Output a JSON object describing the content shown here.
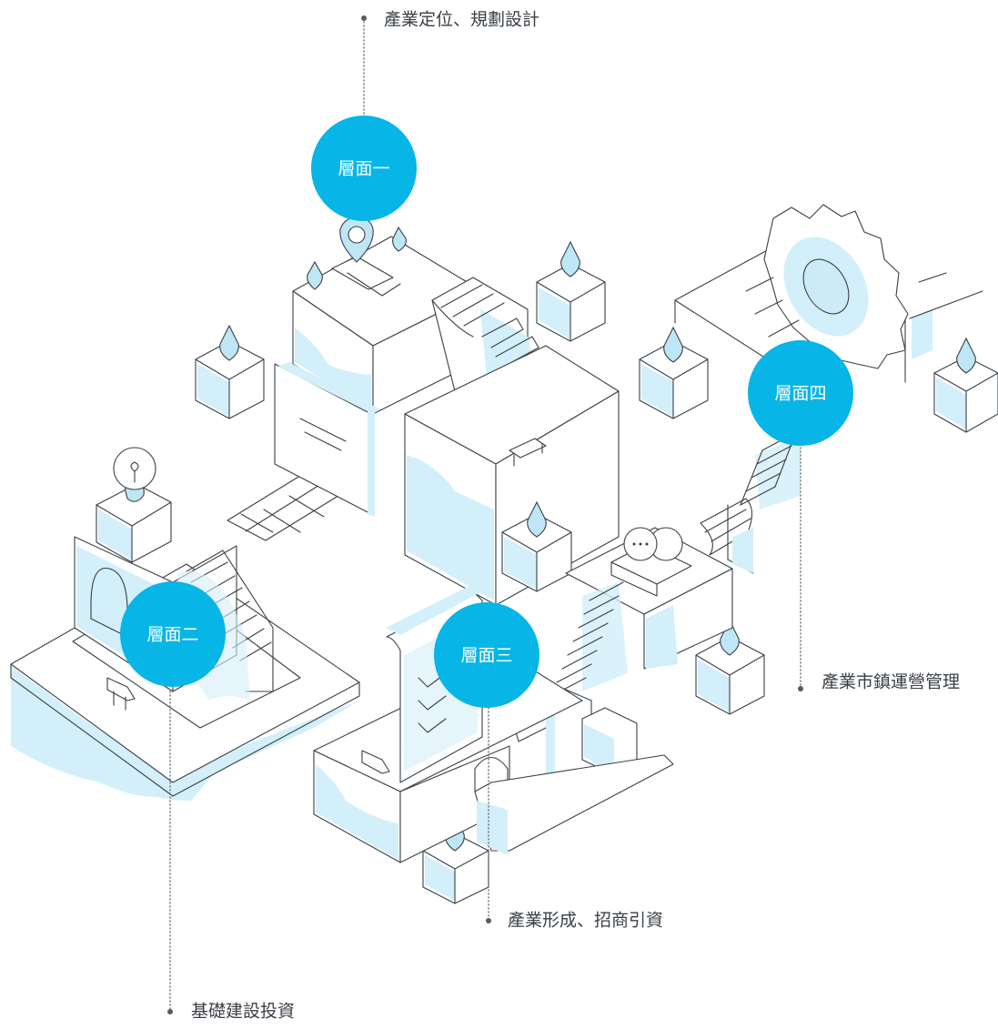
{
  "badges": [
    {
      "id": "level-1",
      "text": "層面一"
    },
    {
      "id": "level-2",
      "text": "層面二"
    },
    {
      "id": "level-3",
      "text": "層面三"
    },
    {
      "id": "level-4",
      "text": "層面四"
    }
  ],
  "annotations": [
    {
      "id": "level-1",
      "text": "產業定位、規劃設計"
    },
    {
      "id": "level-2",
      "text": "基礎建設投資"
    },
    {
      "id": "level-3",
      "text": "產業形成、招商引資"
    },
    {
      "id": "level-4",
      "text": "產業市鎮運營管理"
    }
  ],
  "colors": {
    "accent": "#07b5e6",
    "light_fill": "#d3eff9",
    "line": "#3a3f45"
  }
}
